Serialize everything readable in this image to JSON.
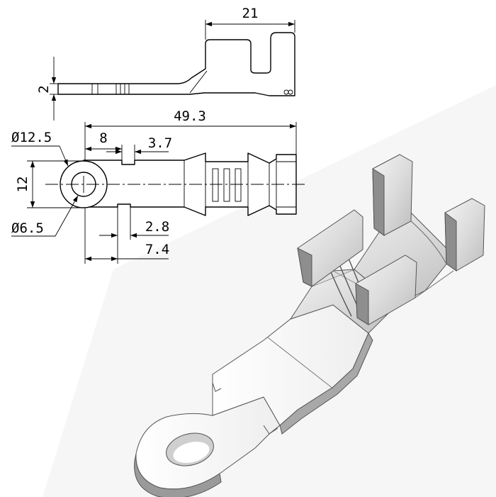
{
  "dimensions": {
    "top_width": "21",
    "side_thickness": "2",
    "overall_length": "49.3",
    "ring_outer_diameter": "Ø12.5",
    "ring_width": "12",
    "ring_hole_diameter": "Ø6.5",
    "ring_to_notch": "8",
    "notch_width_top": "3.7",
    "notch_width_bottom": "2.8",
    "ring_to_notch_bottom": "7.4"
  }
}
